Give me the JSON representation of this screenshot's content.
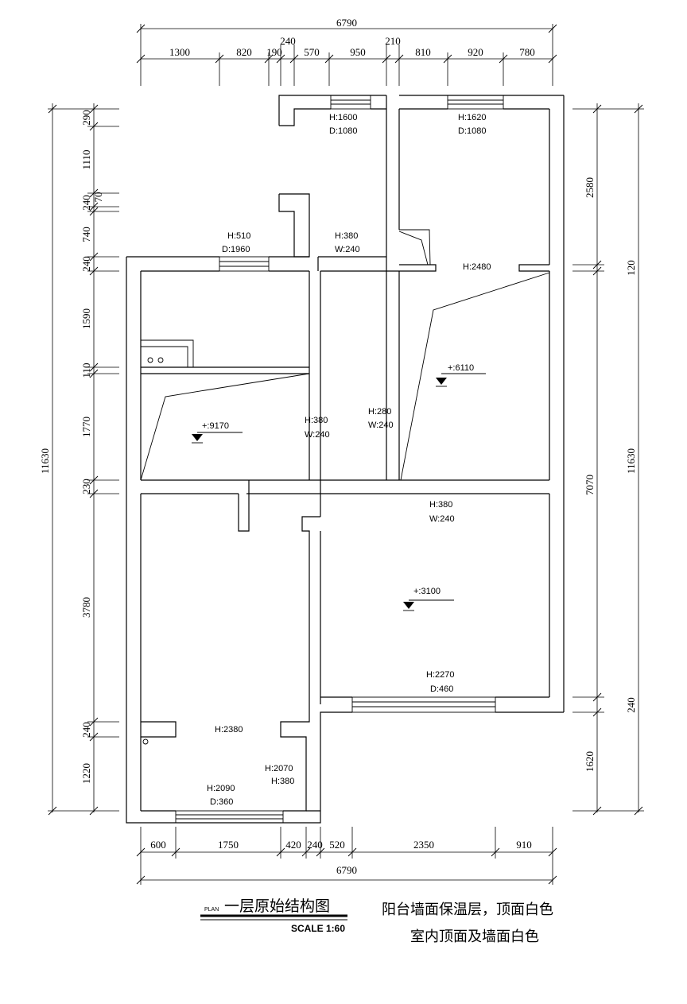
{
  "dims": {
    "top_total": "6790",
    "top_segments": [
      "1300",
      "820",
      "190",
      "570",
      "950",
      "810",
      "920",
      "780"
    ],
    "top_upper_240": "240",
    "top_upper_210": "210",
    "bottom_segments": [
      "600",
      "1750",
      "420",
      "240",
      "520",
      "2350",
      "910"
    ],
    "bottom_total": "6790",
    "left_segments": [
      "290",
      "1110",
      "240",
      "70",
      "740",
      "240",
      "1590",
      "110",
      "1770",
      "230",
      "3780",
      "240",
      "1220"
    ],
    "left_total": "11630",
    "right_segments": [
      "2580",
      "120",
      "7070",
      "240",
      "1620"
    ],
    "right_total": "11630"
  },
  "labels": {
    "w1_h": "H:1600",
    "w1_d": "D:1080",
    "w2_h": "H:1620",
    "w2_d": "D:1080",
    "w3_h": "H:510",
    "w3_d": "D:1960",
    "o1_h": "H:380",
    "o1_w": "W:240",
    "d2480": "H:2480",
    "l1_elev": "+:6110",
    "l2_elev": "+:9170",
    "b1_h": "H:380",
    "b1_w": "W:240",
    "b2_h": "H:280",
    "b2_w": "W:240",
    "b3_h": "H:380",
    "b3_w": "W:240",
    "l3_elev": "+:3100",
    "w4_h": "H:2270",
    "w4_d": "D:460",
    "d2380": "H:2380",
    "d2070_h": "H:2070",
    "d2070_w": "H:380",
    "w5_h": "H:2090",
    "w5_d": "D:360"
  },
  "title": {
    "plan_word": "PLAN",
    "main": "一层原始结构图",
    "scale": "SCALE 1:60"
  },
  "notes": {
    "line1": "阳台墙面保温层，顶面白色",
    "line2": "室内顶面及墙面白色"
  }
}
